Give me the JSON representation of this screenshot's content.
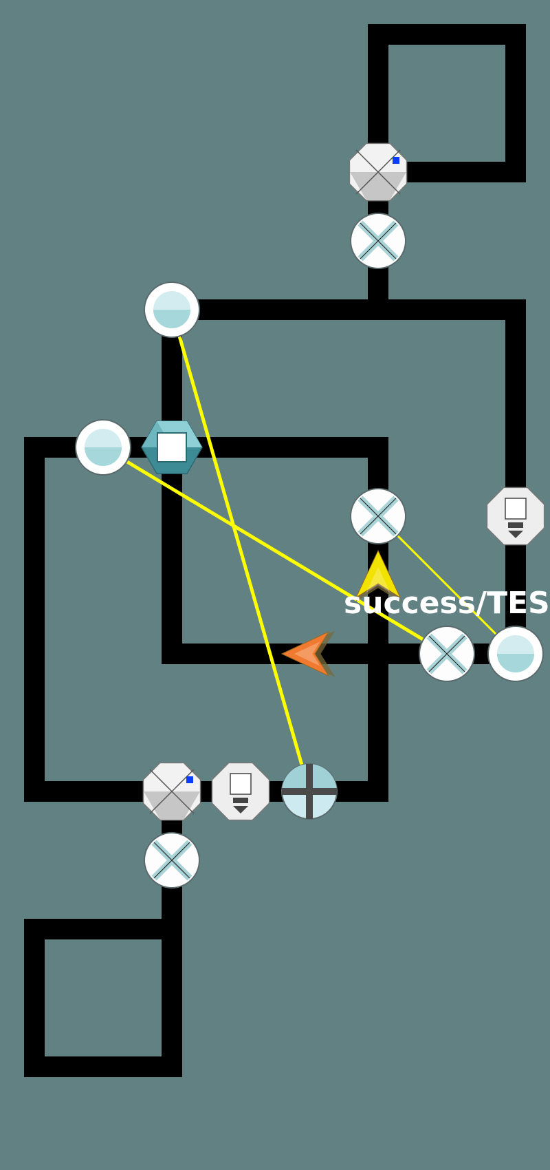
{
  "board": {
    "background": "#618183",
    "track_color": "#000000",
    "link_color": "#ffff00",
    "status_text": "success/TEST"
  },
  "pieces": [
    {
      "name": "turnout-switch-icon",
      "kind": "octagon-switch",
      "interactive": true
    },
    {
      "name": "cross-signal-icon",
      "kind": "cross",
      "interactive": true
    },
    {
      "name": "round-sensor-icon",
      "kind": "sensor",
      "interactive": true
    },
    {
      "name": "round-sensor-icon",
      "kind": "sensor",
      "interactive": true
    },
    {
      "name": "hexagon-block-icon",
      "kind": "hexagon",
      "interactive": true
    },
    {
      "name": "cross-signal-icon",
      "kind": "cross",
      "interactive": true
    },
    {
      "name": "drop-station-icon",
      "kind": "station",
      "interactive": true
    },
    {
      "name": "cross-signal-icon",
      "kind": "cross",
      "interactive": true
    },
    {
      "name": "round-sensor-icon",
      "kind": "sensor",
      "interactive": true
    },
    {
      "name": "turnout-switch-icon",
      "kind": "octagon-switch",
      "interactive": true
    },
    {
      "name": "drop-station-icon",
      "kind": "station",
      "interactive": true
    },
    {
      "name": "plus-junction-icon",
      "kind": "plus",
      "interactive": true
    },
    {
      "name": "cross-signal-icon",
      "kind": "cross",
      "interactive": true
    }
  ],
  "agents": [
    {
      "name": "yellow-arrow-agent-icon",
      "color": "#f2e200",
      "heading": "up"
    },
    {
      "name": "orange-arrow-agent-icon",
      "color": "#f07a30",
      "heading": "left"
    }
  ]
}
